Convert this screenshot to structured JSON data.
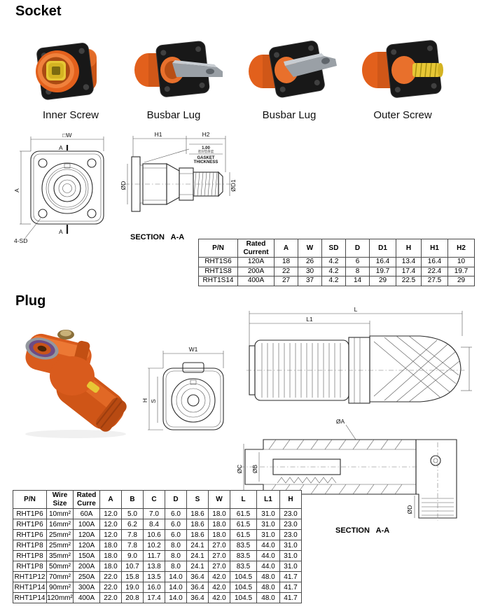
{
  "socket": {
    "heading": "Socket",
    "products": [
      {
        "label": "Inner Screw"
      },
      {
        "label": "Busbar Lug"
      },
      {
        "label": "Busbar Lug"
      },
      {
        "label": "Outer Screw"
      }
    ],
    "front_view": {
      "dim_w": "□W",
      "dim_a": "A",
      "holes_note": "4-SD",
      "section_marker": "A"
    },
    "section_view": {
      "caption": "SECTION   A-A",
      "dim_h1": "H1",
      "dim_h2": "H2",
      "dim_d": "ØD",
      "dim_d1": "ØD1",
      "gasket_value": "1.00",
      "gasket_note_cn": "密封垫厚度",
      "gasket_note_line1": "GASKET",
      "gasket_note_line2": "THICKNESS"
    },
    "table": {
      "headers": [
        "P/N",
        "Rated Current",
        "A",
        "W",
        "SD",
        "D",
        "D1",
        "H",
        "H1",
        "H2"
      ],
      "rows": [
        [
          "RHT1S6",
          "120A",
          "18",
          "26",
          "4.2",
          "6",
          "16.4",
          "13.4",
          "16.4",
          "10"
        ],
        [
          "RHT1S8",
          "200A",
          "22",
          "30",
          "4.2",
          "8",
          "19.7",
          "17.4",
          "22.4",
          "19.7"
        ],
        [
          "RHT1S14",
          "400A",
          "27",
          "37",
          "4.2",
          "14",
          "29",
          "22.5",
          "27.5",
          "29"
        ]
      ]
    }
  },
  "plug": {
    "heading": "Plug",
    "front_view": {
      "dim_w1": "W1",
      "dim_s": "S",
      "dim_h": "H"
    },
    "side_view": {
      "dim_l": "L",
      "dim_l1": "L1"
    },
    "section_view": {
      "caption": "SECTION   A-A",
      "dim_a": "ØA",
      "dim_b": "ØB",
      "dim_c": "ØC",
      "dim_d": "ØD"
    },
    "table": {
      "headers": [
        "P/N",
        "Wire Size",
        "Rated Curre",
        "A",
        "B",
        "C",
        "D",
        "S",
        "W",
        "L",
        "L1",
        "H"
      ],
      "rows": [
        [
          "RHT1P6",
          "10mm²",
          "60A",
          "12.0",
          "5.0",
          "7.0",
          "6.0",
          "18.6",
          "18.0",
          "61.5",
          "31.0",
          "23.0"
        ],
        [
          "RHT1P6",
          "16mm²",
          "100A",
          "12.0",
          "6.2",
          "8.4",
          "6.0",
          "18.6",
          "18.0",
          "61.5",
          "31.0",
          "23.0"
        ],
        [
          "RHT1P6",
          "25mm²",
          "120A",
          "12.0",
          "7.8",
          "10.6",
          "6.0",
          "18.6",
          "18.0",
          "61.5",
          "31.0",
          "23.0"
        ],
        [
          "RHT1P8",
          "25mm²",
          "120A",
          "18.0",
          "7.8",
          "10.2",
          "8.0",
          "24.1",
          "27.0",
          "83.5",
          "44.0",
          "31.0"
        ],
        [
          "RHT1P8",
          "35mm²",
          "150A",
          "18.0",
          "9.0",
          "11.7",
          "8.0",
          "24.1",
          "27.0",
          "83.5",
          "44.0",
          "31.0"
        ],
        [
          "RHT1P8",
          "50mm²",
          "200A",
          "18.0",
          "10.7",
          "13.8",
          "8.0",
          "24.1",
          "27.0",
          "83.5",
          "44.0",
          "31.0"
        ],
        [
          "RHT1P12",
          "70mm²",
          "250A",
          "22.0",
          "15.8",
          "13.5",
          "14.0",
          "36.4",
          "42.0",
          "104.5",
          "48.0",
          "41.7"
        ],
        [
          "RHT1P14",
          "90mm²",
          "300A",
          "22.0",
          "19.0",
          "16.0",
          "14.0",
          "36.4",
          "42.0",
          "104.5",
          "48.0",
          "41.7"
        ],
        [
          "RHT1P14",
          "120mm²",
          "400A",
          "22.0",
          "20.8",
          "17.4",
          "14.0",
          "36.4",
          "42.0",
          "104.5",
          "48.0",
          "41.7"
        ]
      ]
    }
  }
}
